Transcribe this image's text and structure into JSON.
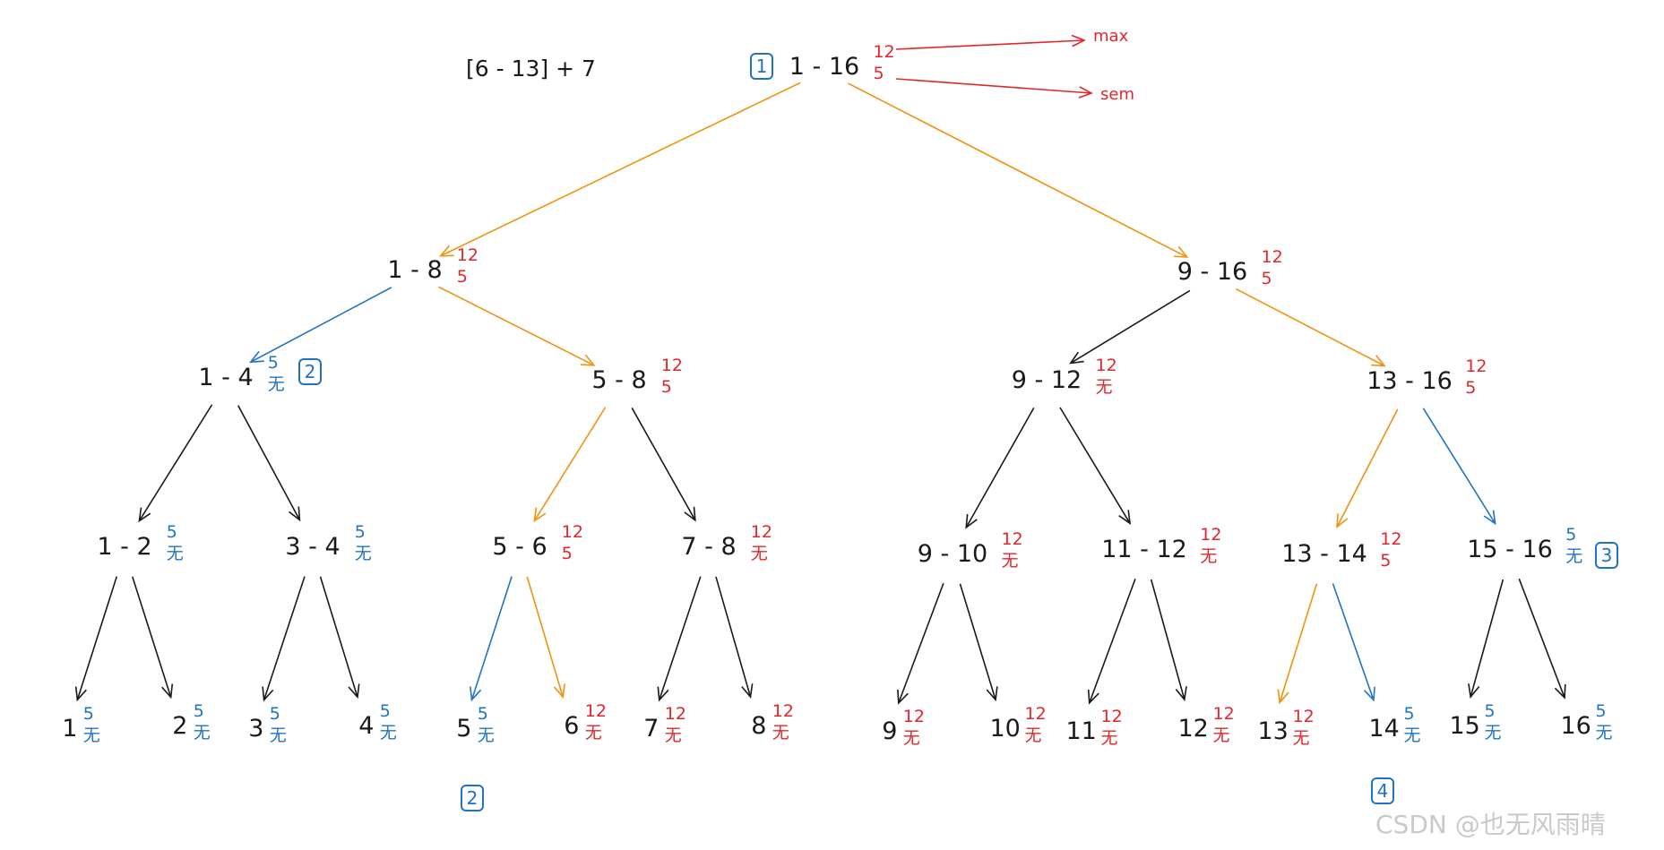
{
  "formula": "[6 - 13] + 7",
  "legend": {
    "max": "max",
    "sem": "sem"
  },
  "watermark": "CSDN @也无风雨晴",
  "colors": {
    "black": "#1a1a1a",
    "red": "#e3262b",
    "blue": "#1f73c2",
    "orange": "#f0920f"
  },
  "nodes": [
    {
      "id": "n1-16",
      "label": "1 - 16",
      "max": "12",
      "sem": "5",
      "maxColor": "red",
      "semColor": "red"
    },
    {
      "id": "n1-8",
      "label": "1 - 8",
      "max": "12",
      "sem": "5",
      "maxColor": "red",
      "semColor": "red"
    },
    {
      "id": "n9-16",
      "label": "9 - 16",
      "max": "12",
      "sem": "5",
      "maxColor": "red",
      "semColor": "red"
    },
    {
      "id": "n1-4",
      "label": "1 - 4",
      "max": "5",
      "sem": "无",
      "maxColor": "blue",
      "semColor": "blue"
    },
    {
      "id": "n5-8",
      "label": "5 - 8",
      "max": "12",
      "sem": "5",
      "maxColor": "red",
      "semColor": "red"
    },
    {
      "id": "n9-12",
      "label": "9 - 12",
      "max": "12",
      "sem": "无",
      "maxColor": "red",
      "semColor": "red"
    },
    {
      "id": "n13-16",
      "label": "13 - 16",
      "max": "12",
      "sem": "5",
      "maxColor": "red",
      "semColor": "red"
    },
    {
      "id": "n1-2",
      "label": "1 - 2",
      "max": "5",
      "sem": "无",
      "maxColor": "blue",
      "semColor": "blue"
    },
    {
      "id": "n3-4",
      "label": "3 - 4",
      "max": "5",
      "sem": "无",
      "maxColor": "blue",
      "semColor": "blue"
    },
    {
      "id": "n5-6",
      "label": "5 - 6",
      "max": "12",
      "sem": "5",
      "maxColor": "red",
      "semColor": "red"
    },
    {
      "id": "n7-8",
      "label": "7 - 8",
      "max": "12",
      "sem": "无",
      "maxColor": "red",
      "semColor": "red"
    },
    {
      "id": "n9-10",
      "label": "9 - 10",
      "max": "12",
      "sem": "无",
      "maxColor": "red",
      "semColor": "red"
    },
    {
      "id": "n11-12",
      "label": "11 - 12",
      "max": "12",
      "sem": "无",
      "maxColor": "red",
      "semColor": "red"
    },
    {
      "id": "n13-14",
      "label": "13 - 14",
      "max": "12",
      "sem": "5",
      "maxColor": "red",
      "semColor": "red"
    },
    {
      "id": "n15-16",
      "label": "15 - 16",
      "max": "5",
      "sem": "无",
      "maxColor": "blue",
      "semColor": "blue"
    },
    {
      "id": "n1",
      "label": "1",
      "max": "5",
      "sem": "无",
      "maxColor": "blue",
      "semColor": "blue"
    },
    {
      "id": "n2",
      "label": "2",
      "max": "5",
      "sem": "无",
      "maxColor": "blue",
      "semColor": "blue"
    },
    {
      "id": "n3",
      "label": "3",
      "max": "5",
      "sem": "无",
      "maxColor": "blue",
      "semColor": "blue"
    },
    {
      "id": "n4",
      "label": "4",
      "max": "5",
      "sem": "无",
      "maxColor": "blue",
      "semColor": "blue"
    },
    {
      "id": "n5",
      "label": "5",
      "max": "5",
      "sem": "无",
      "maxColor": "blue",
      "semColor": "blue"
    },
    {
      "id": "n6",
      "label": "6",
      "max": "12",
      "sem": "无",
      "maxColor": "red",
      "semColor": "red"
    },
    {
      "id": "n7",
      "label": "7",
      "max": "12",
      "sem": "无",
      "maxColor": "red",
      "semColor": "red"
    },
    {
      "id": "n8",
      "label": "8",
      "max": "12",
      "sem": "无",
      "maxColor": "red",
      "semColor": "red"
    },
    {
      "id": "n9",
      "label": "9",
      "max": "12",
      "sem": "无",
      "maxColor": "red",
      "semColor": "red"
    },
    {
      "id": "n10",
      "label": "10",
      "max": "12",
      "sem": "无",
      "maxColor": "red",
      "semColor": "red"
    },
    {
      "id": "n11",
      "label": "11",
      "max": "12",
      "sem": "无",
      "maxColor": "red",
      "semColor": "red"
    },
    {
      "id": "n12",
      "label": "12",
      "max": "12",
      "sem": "无",
      "maxColor": "red",
      "semColor": "red"
    },
    {
      "id": "n13",
      "label": "13",
      "max": "12",
      "sem": "无",
      "maxColor": "red",
      "semColor": "red"
    },
    {
      "id": "n14",
      "label": "14",
      "max": "5",
      "sem": "无",
      "maxColor": "blue",
      "semColor": "blue"
    },
    {
      "id": "n15",
      "label": "15",
      "max": "5",
      "sem": "无",
      "maxColor": "blue",
      "semColor": "blue"
    },
    {
      "id": "n16",
      "label": "16",
      "max": "5",
      "sem": "无",
      "maxColor": "blue",
      "semColor": "blue"
    }
  ],
  "edges": [
    {
      "from": "n1-16",
      "to": "n1-8",
      "color": "orange"
    },
    {
      "from": "n1-16",
      "to": "n9-16",
      "color": "orange"
    },
    {
      "from": "n1-8",
      "to": "n1-4",
      "color": "blue"
    },
    {
      "from": "n1-8",
      "to": "n5-8",
      "color": "orange"
    },
    {
      "from": "n9-16",
      "to": "n9-12",
      "color": "black"
    },
    {
      "from": "n9-16",
      "to": "n13-16",
      "color": "orange"
    },
    {
      "from": "n1-4",
      "to": "n1-2",
      "color": "black"
    },
    {
      "from": "n1-4",
      "to": "n3-4",
      "color": "black"
    },
    {
      "from": "n5-8",
      "to": "n5-6",
      "color": "orange"
    },
    {
      "from": "n5-8",
      "to": "n7-8",
      "color": "black"
    },
    {
      "from": "n9-12",
      "to": "n9-10",
      "color": "black"
    },
    {
      "from": "n9-12",
      "to": "n11-12",
      "color": "black"
    },
    {
      "from": "n13-16",
      "to": "n13-14",
      "color": "orange"
    },
    {
      "from": "n13-16",
      "to": "n15-16",
      "color": "blue"
    },
    {
      "from": "n1-2",
      "to": "n1",
      "color": "black"
    },
    {
      "from": "n1-2",
      "to": "n2",
      "color": "black"
    },
    {
      "from": "n3-4",
      "to": "n3",
      "color": "black"
    },
    {
      "from": "n3-4",
      "to": "n4",
      "color": "black"
    },
    {
      "from": "n5-6",
      "to": "n5",
      "color": "blue"
    },
    {
      "from": "n5-6",
      "to": "n6",
      "color": "orange"
    },
    {
      "from": "n7-8",
      "to": "n7",
      "color": "black"
    },
    {
      "from": "n7-8",
      "to": "n8",
      "color": "black"
    },
    {
      "from": "n9-10",
      "to": "n9",
      "color": "black"
    },
    {
      "from": "n9-10",
      "to": "n10",
      "color": "black"
    },
    {
      "from": "n11-12",
      "to": "n11",
      "color": "black"
    },
    {
      "from": "n11-12",
      "to": "n12",
      "color": "black"
    },
    {
      "from": "n13-14",
      "to": "n13",
      "color": "orange"
    },
    {
      "from": "n13-14",
      "to": "n14",
      "color": "blue"
    },
    {
      "from": "n15-16",
      "to": "n15",
      "color": "black"
    },
    {
      "from": "n15-16",
      "to": "n16",
      "color": "black"
    }
  ],
  "step_markers": [
    {
      "id": "mk1",
      "text": "1"
    },
    {
      "id": "mk2a",
      "text": "2"
    },
    {
      "id": "mk3",
      "text": "3"
    },
    {
      "id": "mk2b",
      "text": "2"
    },
    {
      "id": "mk4",
      "text": "4"
    }
  ]
}
